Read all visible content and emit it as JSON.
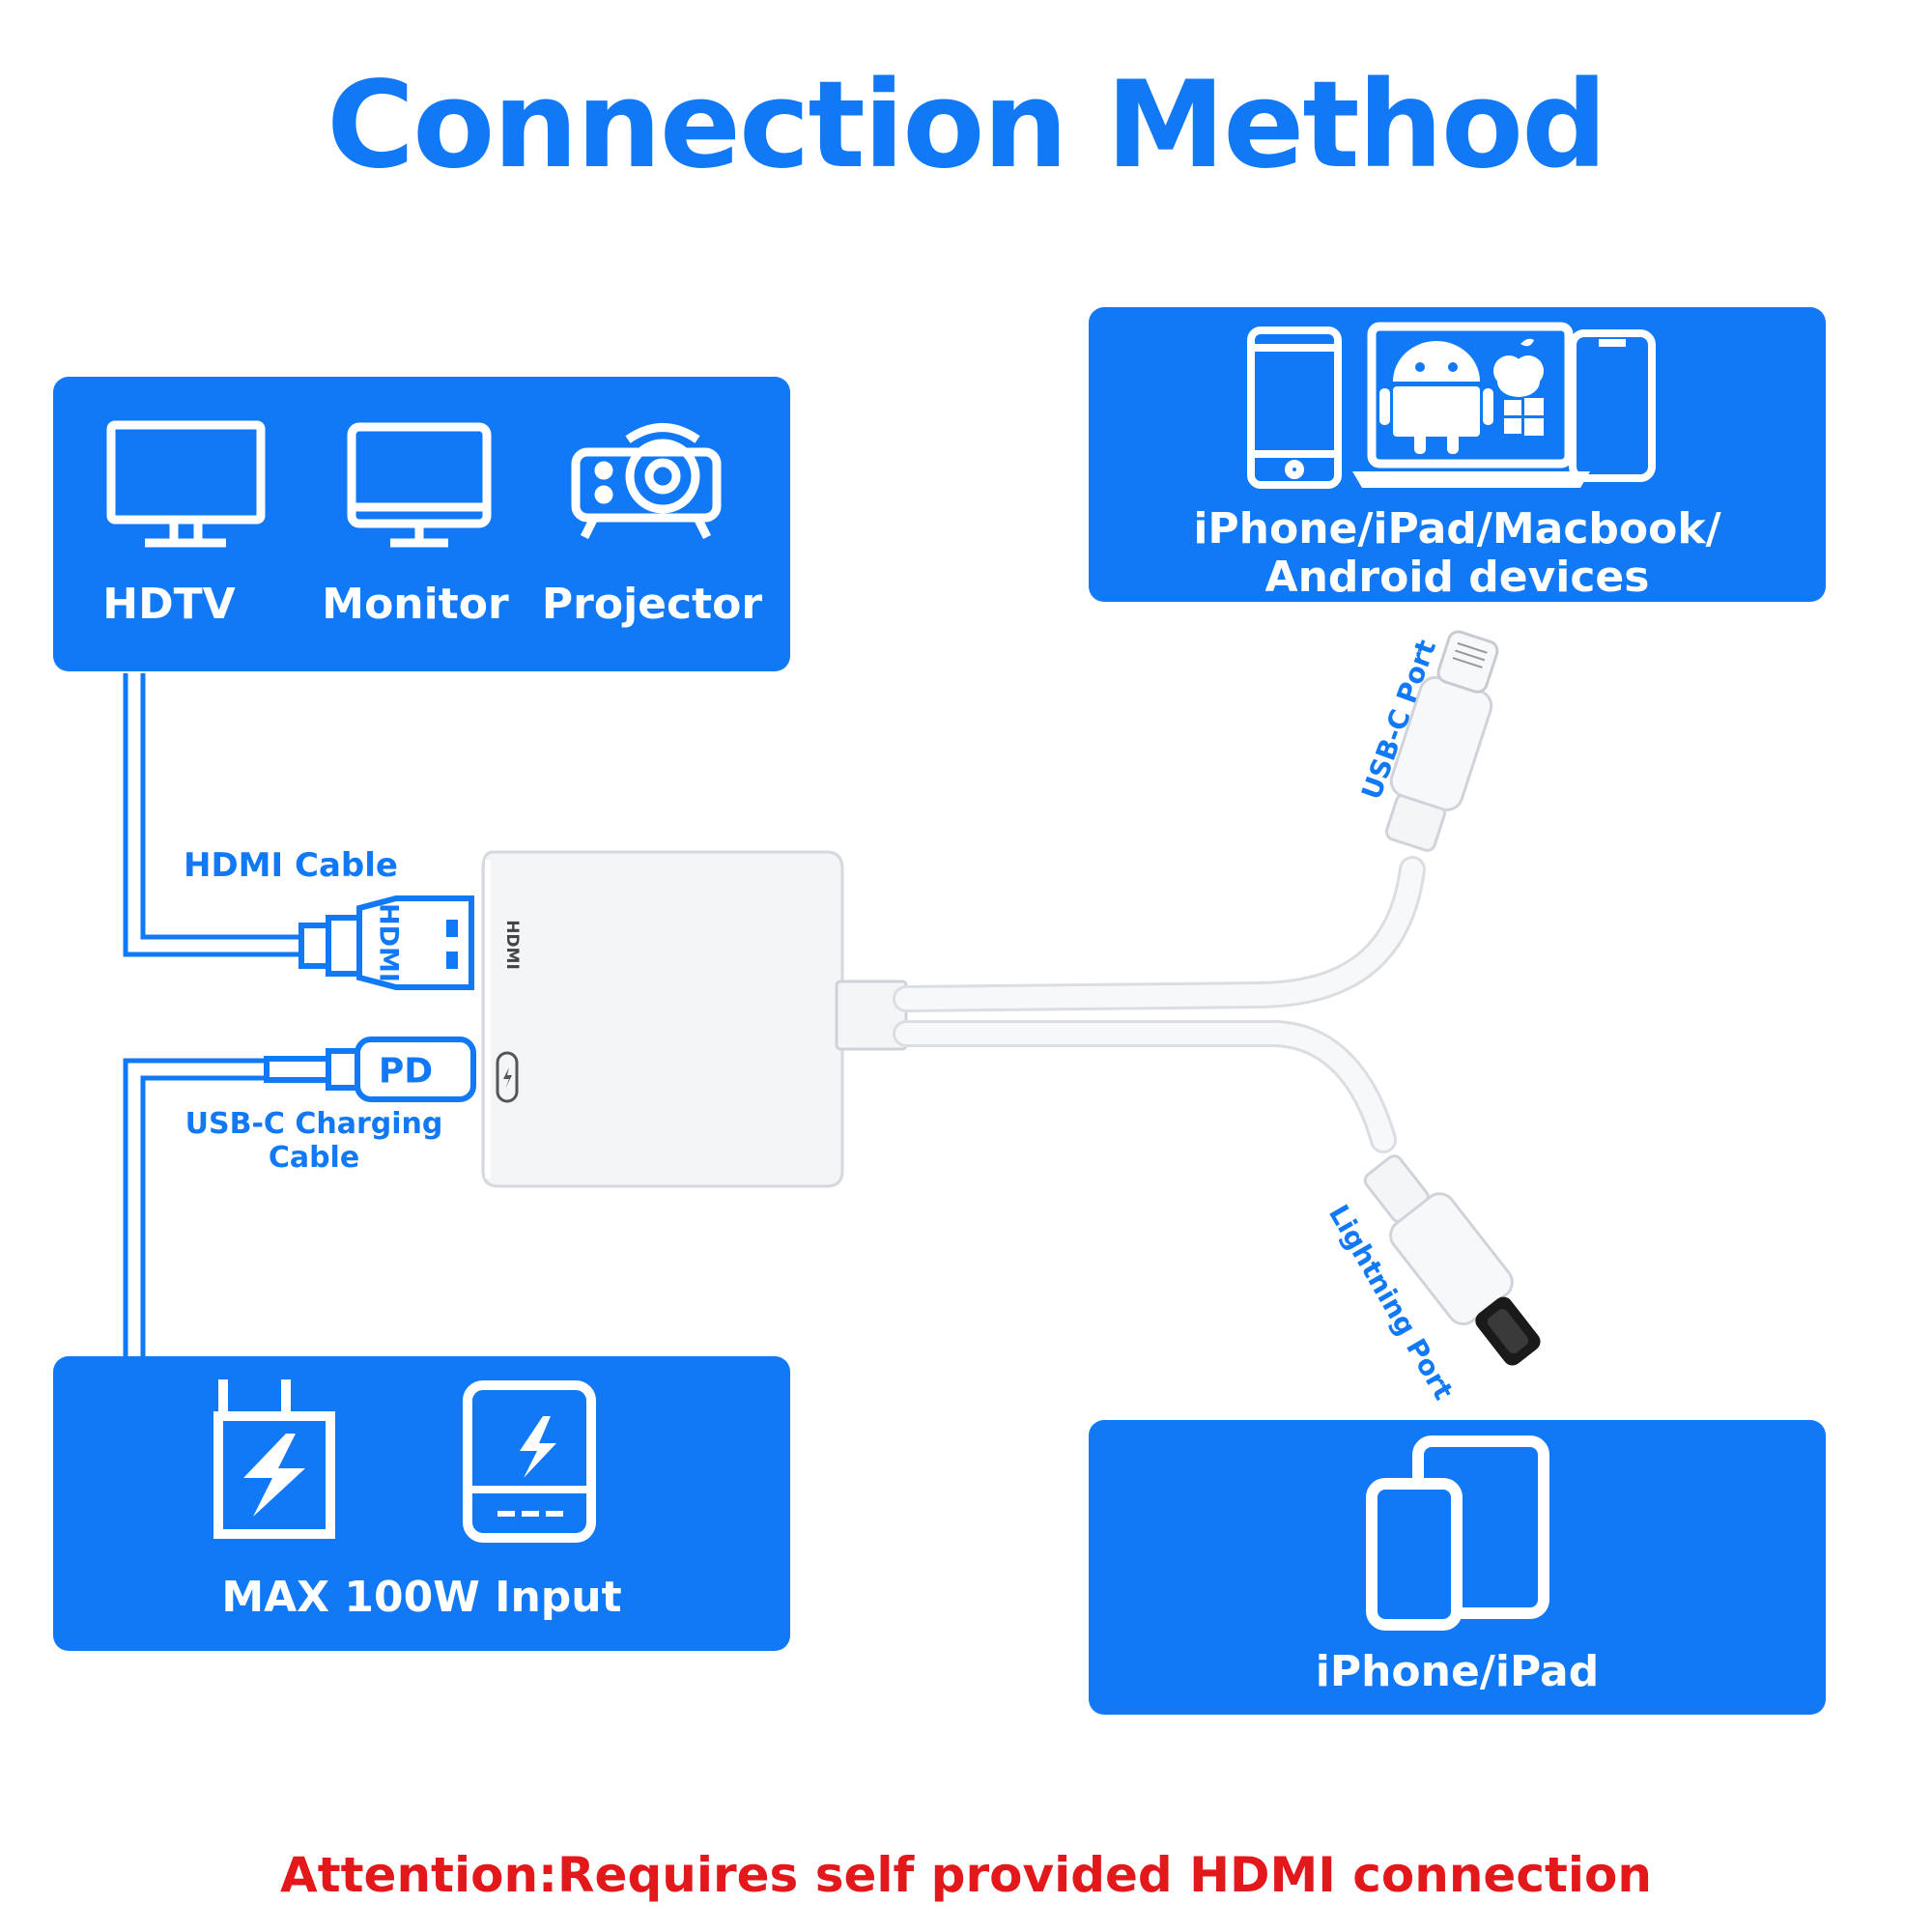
{
  "title": "Connection Method",
  "colors": {
    "brand_blue": "#1179F5",
    "white": "#FFFFFF",
    "attention_red": "#E3181B",
    "device_white": "#F4F5F7",
    "connector_black": "#1A1A1A"
  },
  "displays_panel": {
    "items": [
      {
        "label": "HDTV",
        "icon": "tv-icon"
      },
      {
        "label": "Monitor",
        "icon": "monitor-icon"
      },
      {
        "label": "Projector",
        "icon": "projector-icon"
      }
    ]
  },
  "usbc_devices_panel": {
    "label_line1": "iPhone/iPad/Macbook/",
    "label_line2": "Android devices",
    "icons": [
      "smartphone-icon",
      "laptop-icon",
      "android-icon",
      "apple-icon",
      "windows-icon",
      "phone-icon"
    ]
  },
  "power_panel": {
    "label": "MAX 100W Input",
    "icons": [
      "wall-charger-icon",
      "power-bank-icon"
    ]
  },
  "lightning_devices_panel": {
    "label": "iPhone/iPad",
    "icons": [
      "phone-tablet-icon"
    ]
  },
  "cables": {
    "hdmi_cable": "HDMI Cable",
    "hdmi_plug_text": "HDMI",
    "pd_plug_text": "PD",
    "usbc_charging_line1": "USB-C Charging",
    "usbc_charging_line2": "Cable"
  },
  "adapter": {
    "hdmi_port_text": "HDMI"
  },
  "ports": {
    "usbc_port": "USB-C Port",
    "lightning_port": "Lightning Port"
  },
  "attention": "Attention:Requires self provided HDMI connection"
}
